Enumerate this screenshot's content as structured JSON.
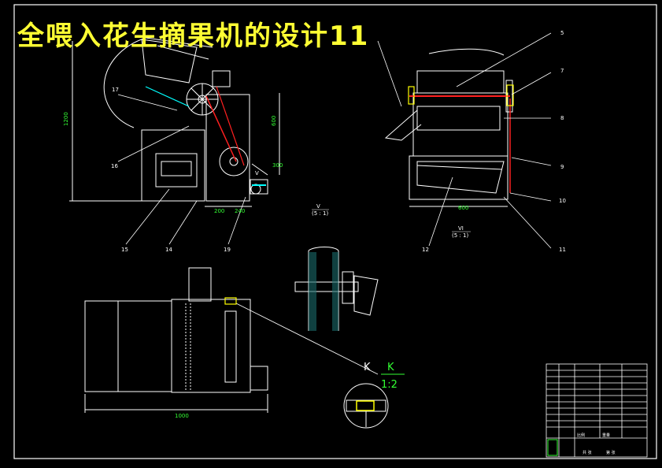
{
  "title": "全喂入花生摘果机的设计11",
  "colors": {
    "background": "#000000",
    "lines": "#ffffff",
    "title": "#ffff33",
    "accent_red": "#ff2020",
    "accent_cyan": "#00ffff",
    "accent_green": "#33ff33",
    "accent_yellow": "#ffff00"
  },
  "callouts": {
    "c5": "5",
    "c7": "7",
    "c8": "8",
    "c9": "9",
    "c10": "10",
    "c11": "11",
    "c12": "12",
    "c14": "14",
    "c15": "15",
    "c16": "16",
    "c17": "17",
    "c19": "19"
  },
  "views": {
    "front_label": "V",
    "front_scale": "(5 : 1)",
    "side_label": "VI",
    "side_scale": "(5 : 1)",
    "detail_letter": "K",
    "detail_label": "K",
    "detail_scale": "1:2",
    "small_v": "V"
  },
  "dimensions": {
    "front_height": "1200",
    "front_right": "600",
    "front_small": "300",
    "front_w1": "200",
    "front_w2": "240",
    "side_width": "600",
    "top_width": "1000"
  },
  "title_block": {
    "r1": "比例",
    "r2": "重量",
    "r3": "共 张",
    "r4": "第 张"
  }
}
